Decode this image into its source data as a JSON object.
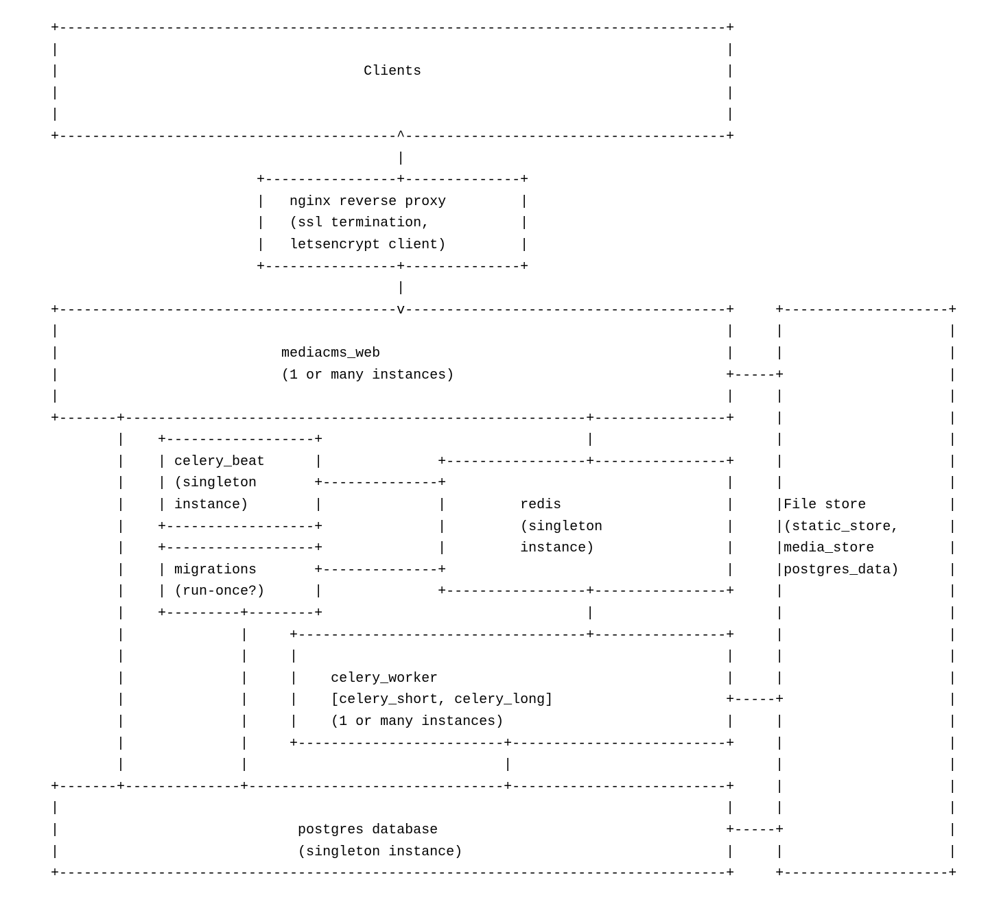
{
  "diagram": {
    "title_hint": "mediacms deployment architecture (ascii diagram)",
    "colors": {
      "background": "#ffffff",
      "text": "#000000"
    },
    "ascii_lines": [
      "+---------------------------------------------------------------------------------+",
      "|                                                                                 |",
      "|                                     Clients                                     |",
      "|                                                                                 |",
      "|                                                                                 |",
      "+-----------------------------------------^---------------------------------------+",
      "                                          |",
      "                         +----------------+--------------+",
      "                         |   nginx reverse proxy         |",
      "                         |   (ssl termination,           |",
      "                         |   letsencrypt client)         |",
      "                         +----------------+--------------+",
      "                                          |",
      "+-----------------------------------------v---------------------------------------+     +--------------------+",
      "|                                                                                 |     |                    |",
      "|                           mediacms_web                                          |     |                    |",
      "|                           (1 or many instances)                                 +-----+                    |",
      "|                                                                                 |     |                    |",
      "+-------+--------------------------------------------------------+----------------+     |                    |",
      "        |    +------------------+                                |                      |                    |",
      "        |    | celery_beat      |              +-----------------+----------------+     |                    |",
      "        |    | (singleton       +--------------+                                  |     |                    |",
      "        |    | instance)        |              |         redis                    |     |File store          |",
      "        |    +------------------+              |         (singleton               |     |(static_store,      |",
      "        |    +------------------+              |         instance)                |     |media_store         |",
      "        |    | migrations       +--------------+                                  |     |postgres_data)      |",
      "        |    | (run-once?)      |              +-----------------+----------------+     |                    |",
      "        |    +---------+--------+                                |                      |                    |",
      "        |              |     +-----------------------------------+----------------+     |                    |",
      "        |              |     |                                                    |     |                    |",
      "        |              |     |    celery_worker                                   |     |                    |",
      "        |              |     |    [celery_short, celery_long]                     +-----+                    |",
      "        |              |     |    (1 or many instances)                           |     |                    |",
      "        |              |     +-------------------------+--------------------------+     |                    |",
      "        |              |                               |                                |                    |",
      "+-------+--------------+-------------------------------+--------------------------+     |                    |",
      "|                                                                                 |     |                    |",
      "|                             postgres database                                   +-----+                    |",
      "|                             (singleton instance)                                |     |                    |",
      "+---------------------------------------------------------------------------------+     +--------------------+"
    ],
    "nodes": [
      {
        "name": "clients",
        "lines": [
          "Clients"
        ]
      },
      {
        "name": "nginx-reverse-proxy",
        "lines": [
          "nginx reverse proxy",
          "(ssl termination,",
          "letsencrypt client)"
        ]
      },
      {
        "name": "mediacms-web",
        "lines": [
          "mediacms_web",
          "(1 or many instances)"
        ]
      },
      {
        "name": "celery-beat",
        "lines": [
          "celery_beat",
          "(singleton",
          "instance)"
        ]
      },
      {
        "name": "migrations",
        "lines": [
          "migrations",
          "(run-once?)"
        ]
      },
      {
        "name": "redis",
        "lines": [
          "redis",
          "(singleton",
          "instance)"
        ]
      },
      {
        "name": "celery-worker",
        "lines": [
          "celery_worker",
          "[celery_short, celery_long]",
          "(1 or many instances)"
        ]
      },
      {
        "name": "postgres-database",
        "lines": [
          "postgres database",
          "(singleton instance)"
        ]
      },
      {
        "name": "file-store",
        "lines": [
          "File store",
          "(static_store,",
          "media_store",
          "postgres_data)"
        ]
      }
    ],
    "edges": [
      {
        "from": "nginx-reverse-proxy",
        "to": "clients",
        "style": "arrow-up"
      },
      {
        "from": "nginx-reverse-proxy",
        "to": "mediacms-web",
        "style": "arrow-down"
      },
      {
        "from": "mediacms-web",
        "to": "file-store",
        "style": "line"
      },
      {
        "from": "mediacms-web",
        "to": "redis",
        "style": "line"
      },
      {
        "from": "mediacms-web",
        "to": "postgres-database",
        "style": "line"
      },
      {
        "from": "celery-beat",
        "to": "redis",
        "style": "line"
      },
      {
        "from": "migrations",
        "to": "redis",
        "style": "line"
      },
      {
        "from": "migrations",
        "to": "postgres-database",
        "style": "line"
      },
      {
        "from": "redis",
        "to": "celery-worker",
        "style": "line"
      },
      {
        "from": "celery-worker",
        "to": "postgres-database",
        "style": "line"
      },
      {
        "from": "celery-worker",
        "to": "file-store",
        "style": "line"
      },
      {
        "from": "postgres-database",
        "to": "file-store",
        "style": "line"
      }
    ]
  }
}
